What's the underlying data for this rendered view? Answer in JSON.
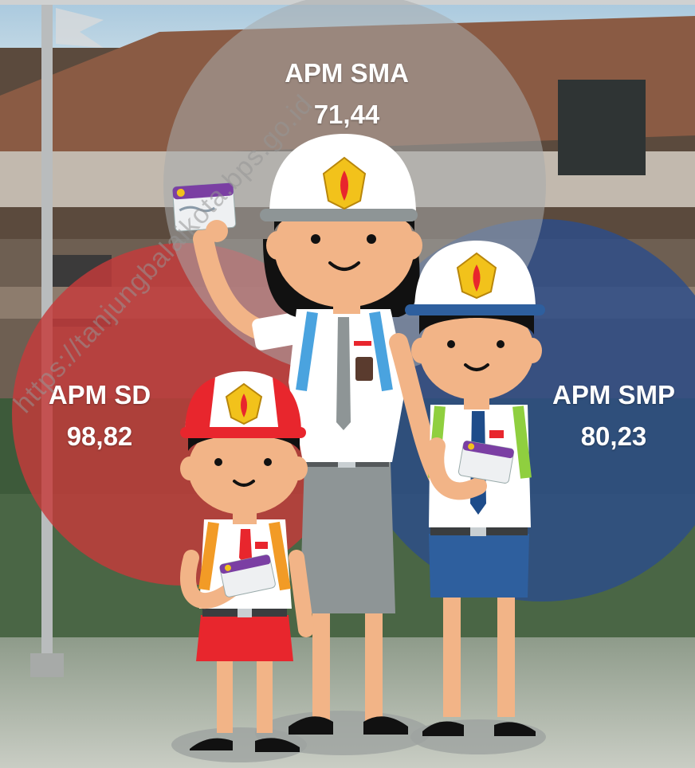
{
  "stats": {
    "sma": {
      "label": "APM SMA",
      "value": "71,44",
      "color": "#a7abad"
    },
    "sd": {
      "label": "APM SD",
      "value": "98,82",
      "color": "#c63a3a"
    },
    "smp": {
      "label": "APM SMP",
      "value": "80,23",
      "color": "#2c4d8a"
    }
  },
  "watermark": "https://tanjungbalaikota.bps.go.id",
  "colors": {
    "sd_uniform": "#e8262d",
    "smp_uniform": "#2e5f9e",
    "sma_uniform": "#8e9596",
    "shirt": "#ffffff",
    "skin": "#f2b487",
    "hair": "#1a1a1a",
    "emblem": "#f2c21b"
  },
  "icons": {
    "hat_emblem": "garuda-emblem-icon",
    "card": "student-card-icon"
  }
}
